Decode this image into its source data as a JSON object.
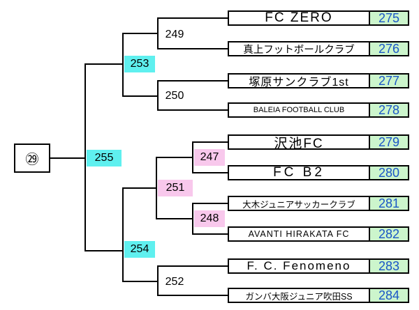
{
  "final": {
    "label": "㉙"
  },
  "teams": [
    {
      "name": "FC ZERO",
      "number": "275"
    },
    {
      "name": "真上フットボールクラブ",
      "number": "276"
    },
    {
      "name": "塚原サンクラブ1st",
      "number": "277"
    },
    {
      "name": "BALEIA FOOTBALL CLUB",
      "number": "278"
    },
    {
      "name": "沢池FC",
      "number": "279"
    },
    {
      "name": "FC B2",
      "number": "280"
    },
    {
      "name": "大木ジュニアサッカークラブ",
      "number": "281"
    },
    {
      "name": "AVANTI HIRAKATA FC",
      "number": "282"
    },
    {
      "name": "F. C. Fenomeno",
      "number": "283"
    },
    {
      "name": "ガンバ大阪ジュニア吹田SS",
      "number": "284"
    }
  ],
  "matches": {
    "m249": "249",
    "m250": "250",
    "m253": "253",
    "m247": "247",
    "m251": "251",
    "m248": "248",
    "m252": "252",
    "m254": "254",
    "m255": "255"
  },
  "colors": {
    "cyan_highlight": "#5ff0ef",
    "pink_highlight": "#f8c8ec",
    "number_fill": "#ccf5cc",
    "number_text": "#1a56c7"
  }
}
